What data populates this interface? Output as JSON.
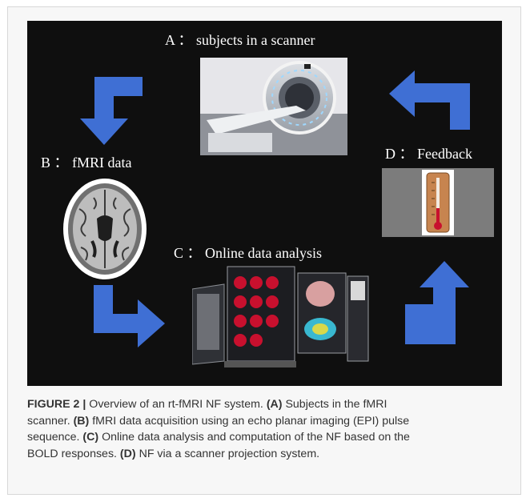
{
  "figure": {
    "labels": {
      "a": "A ： subjects in a scanner",
      "b": "B ： fMRI data",
      "c": "C ： Online data analysis",
      "d": "D ： Feedback"
    },
    "colors": {
      "background": "#0f0f0f",
      "arrow": "#3f6fd4",
      "card": "#f7f7f7"
    },
    "icons": [
      "mri-scanner-image",
      "brain-mri-image",
      "workstation-image",
      "thermometer-feedback-image"
    ]
  },
  "caption": {
    "figure_number": "FIGURE 2 |",
    "title": " Overview of an rt-fMRI NF system. ",
    "part_a_label": "(A)",
    "part_a_text": " Subjects in the fMRI",
    "line2_start": "scanner. ",
    "part_b_label": "(B)",
    "part_b_text": " fMRI data acquisition using an echo planar imaging (EPI) pulse",
    "line3_start": "sequence. ",
    "part_c_label": "(C)",
    "part_c_text": " Online data analysis and computation of the NF based on the",
    "line4_start": "BOLD responses. ",
    "part_d_label": "(D)",
    "part_d_text": " NF via a scanner projection system."
  }
}
